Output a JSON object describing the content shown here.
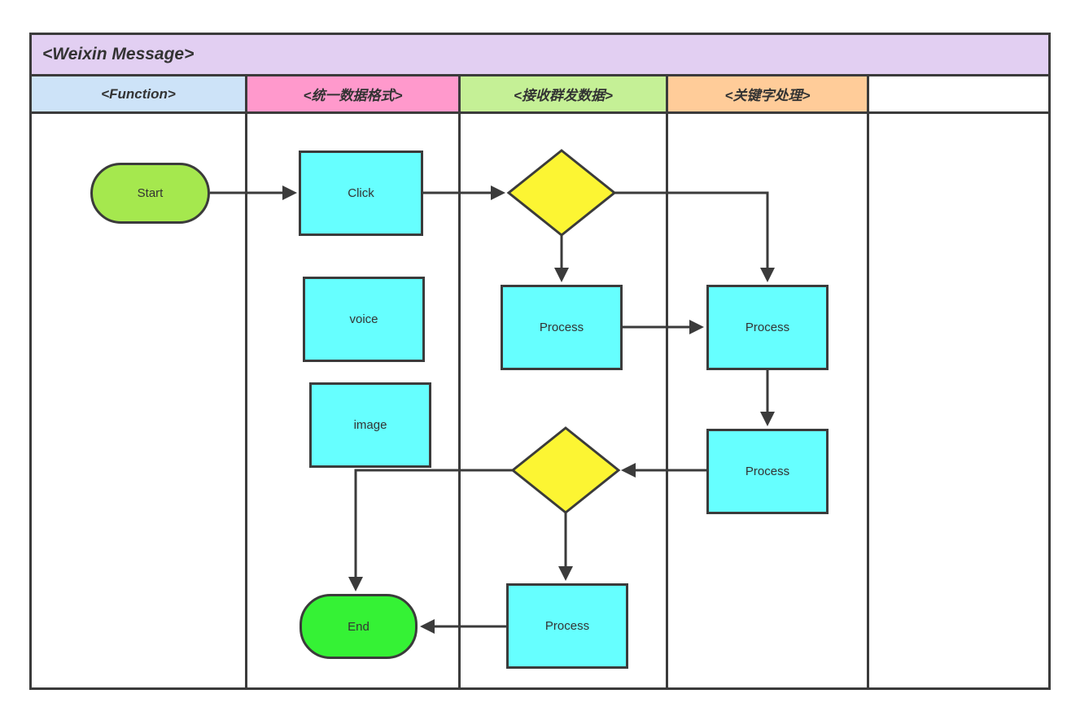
{
  "diagram": {
    "type": "swimlane-flowchart",
    "title": "<Weixin Message>",
    "title_fill": "#e2cff2",
    "stroke_color": "#3b3b3b",
    "lanes": [
      {
        "label": "<Function>",
        "fill": "#cde3f8"
      },
      {
        "label": "<统一数据格式>",
        "fill": "#ff99cc"
      },
      {
        "label": "<接收群发数据>",
        "fill": "#c5f096"
      },
      {
        "label": "<关键字处理>",
        "fill": "#ffcc99"
      },
      {
        "label": "",
        "fill": "#ffffff"
      }
    ],
    "nodes": [
      {
        "id": "start",
        "type": "terminator",
        "label": "Start",
        "lane": "<Function>",
        "fill": "#a5e84e"
      },
      {
        "id": "click",
        "type": "process",
        "label": "Click",
        "lane": "<统一数据格式>",
        "fill": "#66ffff"
      },
      {
        "id": "voice",
        "type": "process",
        "label": "voice",
        "lane": "<统一数据格式>",
        "fill": "#66ffff"
      },
      {
        "id": "image",
        "type": "process",
        "label": "image",
        "lane": "<统一数据格式>",
        "fill": "#66ffff"
      },
      {
        "id": "decision-1",
        "type": "decision",
        "label": "",
        "lane": "<接收群发数据>",
        "fill": "#fcf533"
      },
      {
        "id": "process-receive-1",
        "type": "process",
        "label": "Process",
        "lane": "<接收群发数据>",
        "fill": "#66ffff"
      },
      {
        "id": "process-keyword-1",
        "type": "process",
        "label": "Process",
        "lane": "<关键字处理>",
        "fill": "#66ffff"
      },
      {
        "id": "process-keyword-2",
        "type": "process",
        "label": "Process",
        "lane": "<关键字处理>",
        "fill": "#66ffff"
      },
      {
        "id": "decision-2",
        "type": "decision",
        "label": "",
        "lane": "<接收群发数据>",
        "fill": "#fcf533"
      },
      {
        "id": "process-receive-2",
        "type": "process",
        "label": "Process",
        "lane": "<接收群发数据>",
        "fill": "#66ffff"
      },
      {
        "id": "end",
        "type": "terminator",
        "label": "End",
        "lane": "<统一数据格式>",
        "fill": "#35f235"
      }
    ],
    "edges": [
      {
        "from": "start",
        "to": "click"
      },
      {
        "from": "click",
        "to": "decision-1"
      },
      {
        "from": "decision-1",
        "to": "process-receive-1"
      },
      {
        "from": "decision-1",
        "to": "process-keyword-1"
      },
      {
        "from": "process-receive-1",
        "to": "process-keyword-1"
      },
      {
        "from": "process-keyword-1",
        "to": "process-keyword-2"
      },
      {
        "from": "process-keyword-2",
        "to": "decision-2"
      },
      {
        "from": "decision-2",
        "to": "process-receive-2"
      },
      {
        "from": "decision-2",
        "to": "end"
      },
      {
        "from": "process-receive-2",
        "to": "end"
      }
    ]
  }
}
